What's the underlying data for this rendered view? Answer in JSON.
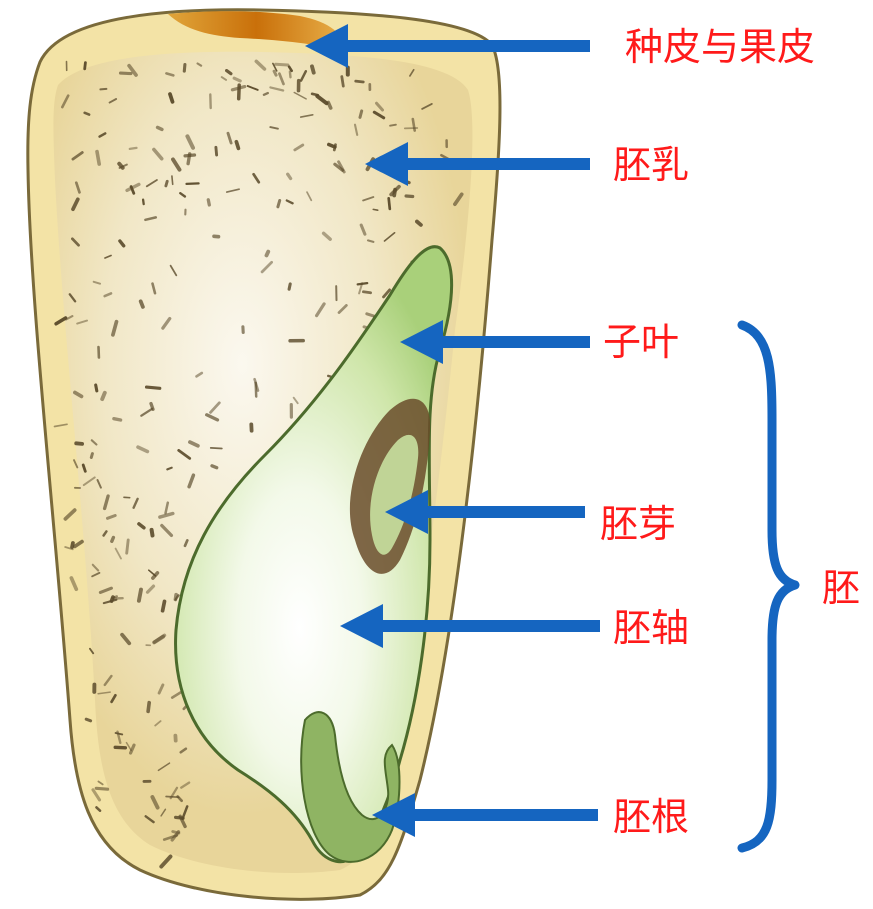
{
  "diagram": {
    "labels": {
      "seed_coat_pericarp": "种皮与果皮",
      "endosperm": "胚乳",
      "cotyledon": "子叶",
      "plumule": "胚芽",
      "hypocotyl": "胚轴",
      "radicle": "胚根",
      "embryo": "胚"
    },
    "colors": {
      "label_text": "#ff1a1a",
      "arrow": "#1565c0",
      "seed_coat": "#f3e3a6",
      "pericarp_band": "#d98a14",
      "endosperm": "#f2e6bf",
      "embryo": "#b9dc8c",
      "embryo_highlight": "#ffffff",
      "speckle": "#5a4a2a"
    }
  }
}
